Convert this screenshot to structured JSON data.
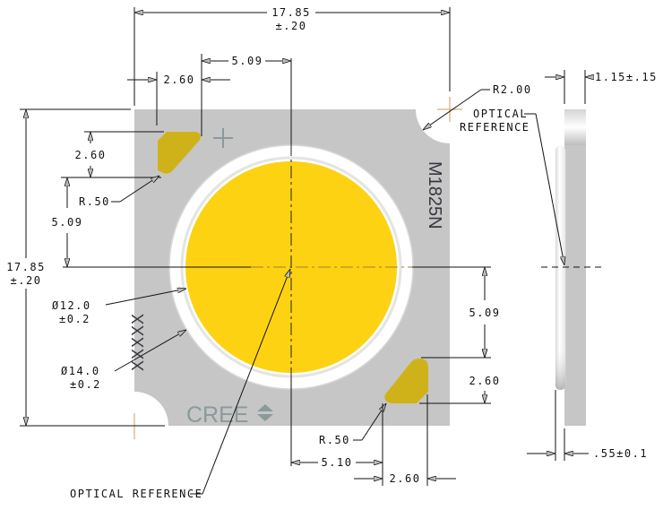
{
  "drawing": {
    "title": "LED package mechanical drawing",
    "colors": {
      "board": "#c6c6c6",
      "ring": "#ffffff",
      "emitter": "#fdd213",
      "pad": "#cfb21a",
      "marking": "#8a9a9a",
      "part_number": "#3a3640",
      "center_mark": "#c9a060"
    }
  },
  "top_view": {
    "width_dimension": {
      "value": "17.85",
      "tolerance": "±.20"
    },
    "height_dimension": {
      "value": "17.85",
      "tolerance": "±.20"
    },
    "top_pad_width": "2.60",
    "top_pad_offset": "5.09",
    "left_pad_height": "2.60",
    "left_pad_offset": "5.09",
    "top_pad_radius": "R.50",
    "corner_radius": "R2.00",
    "emitter_diameter": {
      "value": "Ø12.0",
      "tolerance": "±0.2"
    },
    "ring_diameter": {
      "value": "Ø14.0",
      "tolerance": "±0.2"
    },
    "right_pad_offset": "5.09",
    "right_pad_height": "2.60",
    "bottom_pad_radius": "R.50",
    "bottom_pad_offset": "5.10",
    "bottom_pad_width": "2.60",
    "optical_reference_label": "OPTICAL REFERENCE",
    "part_number": "M1825N",
    "lot_code": "XXXXX",
    "brand": "CREE",
    "brand_icon": "cree-diamond-icon",
    "polarity_mark": "+"
  },
  "side_view": {
    "thickness": "1.15±.15",
    "dome_height": ".55±0.1",
    "optical_reference_label_line1": "OPTICAL",
    "optical_reference_label_line2": "REFERENCE"
  }
}
